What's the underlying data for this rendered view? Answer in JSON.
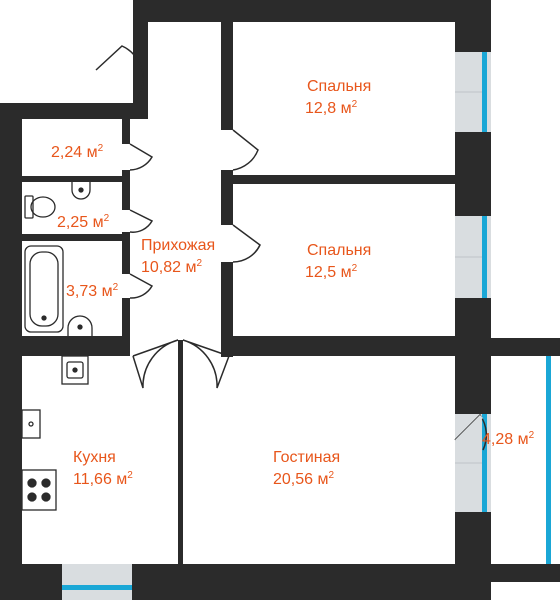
{
  "rooms": {
    "bedroom1": {
      "name": "Спальня",
      "area": "12,8 м",
      "sup": "2"
    },
    "bedroom2": {
      "name": "Спальня",
      "area": "12,5 м",
      "sup": "2"
    },
    "hall": {
      "name": "Прихожая",
      "area": "10,82 м",
      "sup": "2"
    },
    "kitchen": {
      "name": "Кухня",
      "area": "11,66 м",
      "sup": "2"
    },
    "living": {
      "name": "Гостиная",
      "area": "20,56 м",
      "sup": "2"
    },
    "storage": {
      "area": "2,24 м",
      "sup": "2"
    },
    "toilet": {
      "area": "2,25 м",
      "sup": "2"
    },
    "bath": {
      "area": "3,73 м",
      "sup": "2"
    },
    "balcony": {
      "area": "4,28 м",
      "sup": "2"
    }
  },
  "colors": {
    "wall": "#2b2b2b",
    "label": "#e8561b",
    "window_glass": "#1aa7d6",
    "window_frame": "#d9dde0"
  }
}
